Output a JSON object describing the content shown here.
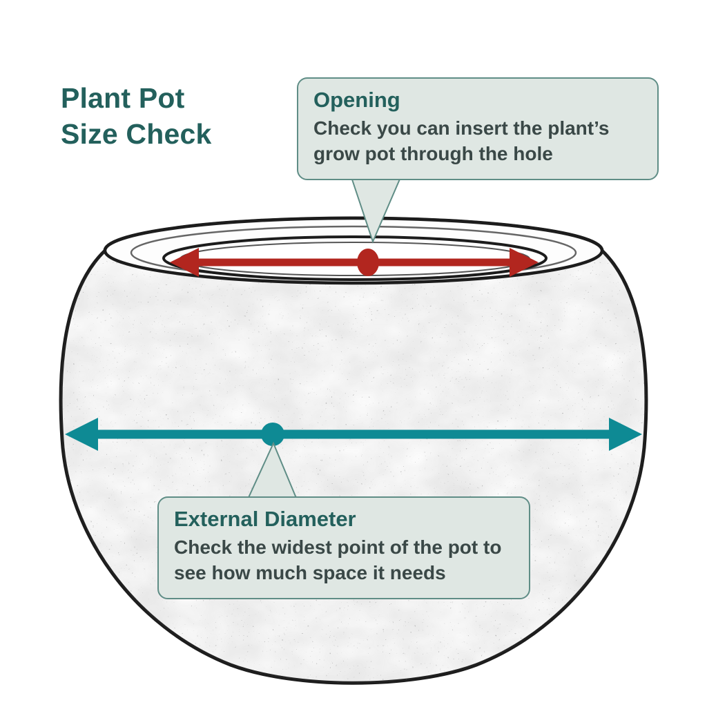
{
  "title": {
    "line1": "Plant Pot",
    "line2": "Size Check"
  },
  "callouts": {
    "opening": {
      "title": "Opening",
      "body": "Check you can insert the plant’s grow pot through the hole"
    },
    "external_diameter": {
      "title": "External Diameter",
      "body": "Check the widest point of the pot to see how much space it needs"
    }
  },
  "diagram": {
    "subject": "hand-drawn round plant pot sketch",
    "opening_arrow": "opening-width-measurement-arrow",
    "opening_midpoint": "opening-midpoint-dot",
    "external_arrow": "external-diameter-measurement-arrow",
    "external_midpoint": "external-diameter-midpoint-dot"
  },
  "colors": {
    "heading": "#23605c",
    "body_text": "#3a4847",
    "callout_bg": "#dfe7e3",
    "callout_border": "#5f8d86",
    "accent_red": "#b2261f",
    "accent_teal": "#0e8a94",
    "sketch_ink": "#1c1c1c"
  }
}
